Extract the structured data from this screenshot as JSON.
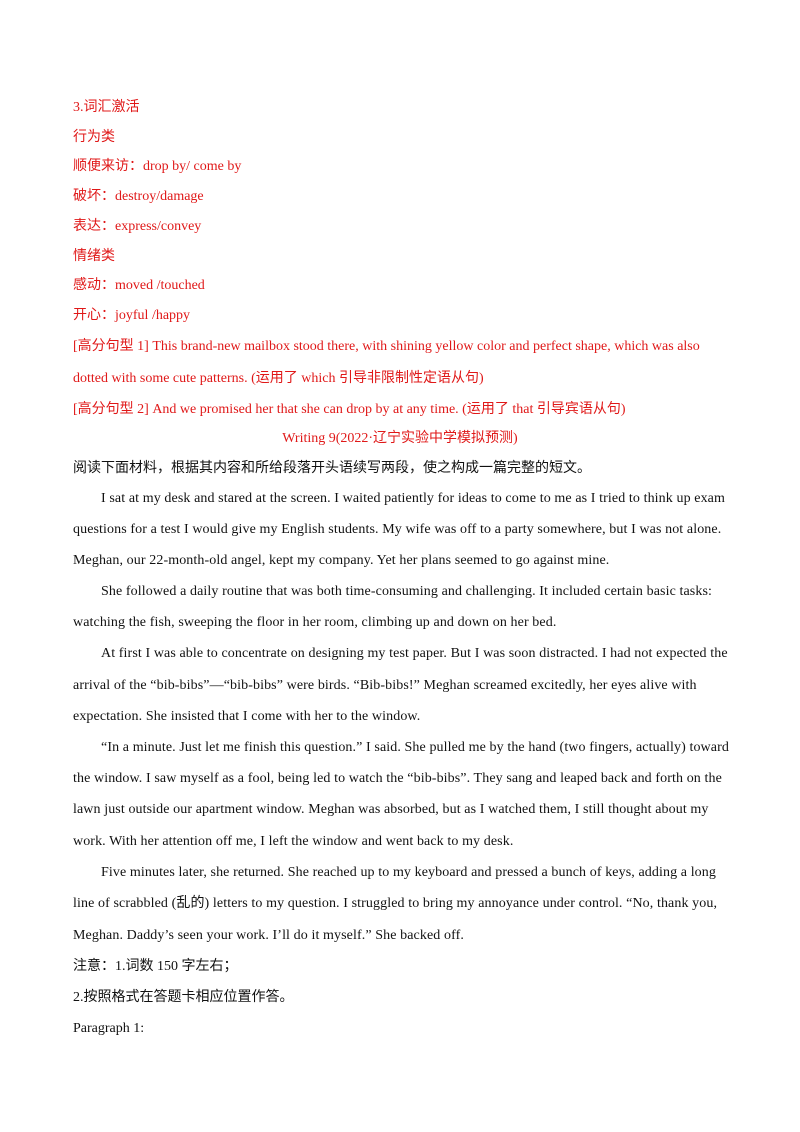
{
  "vocab": {
    "heading": "3.词汇激活",
    "category_behavior": "行为类",
    "item_drop_by": "顺便来访：drop by/ come by",
    "item_destroy": "破坏：destroy/damage",
    "item_express": "表达：express/convey",
    "category_emotion": "情绪类",
    "item_moved": "感动：moved /touched",
    "item_happy": "开心：joyful /happy"
  },
  "patterns": {
    "pattern1_line1": "[高分句型 1] This brand-new mailbox stood there, with shining yellow color and perfect shape, which was also",
    "pattern1_line2": "dotted with some cute patterns. (运用了 which 引导非限制性定语从句)",
    "pattern2": "[高分句型 2] And we promised her that she can drop by at any time. (运用了 that 引导宾语从句)"
  },
  "writing": {
    "title": "Writing  9(2022·辽宁实验中学模拟预测)",
    "instruction": "阅读下面材料，根据其内容和所给段落开头语续写两段，使之构成一篇完整的短文。",
    "lines": [
      "I sat at my desk and stared at the screen. I waited patiently for ideas to come to me as I tried to think up exam",
      "questions for a test I would give my English students. My wife was off to a party somewhere, but I was not alone.",
      "Meghan, our 22-month-old angel, kept my company. Yet her plans seemed to go against mine.",
      "She followed a daily routine that was both time-consuming and challenging. It included certain basic tasks:",
      "watching the fish, sweeping the floor in her room, climbing up and down on her bed.",
      "At first I was able to concentrate on designing my test paper. But I was soon distracted. I had not expected the",
      "arrival of the “bib-bibs”—“bib-bibs” were birds. “Bib-bibs!” Meghan screamed excitedly, her eyes alive with",
      "expectation. She insisted that I come with her to the window.",
      "“In a minute. Just let me finish this question.” I said. She pulled me by the hand (two fingers, actually) toward",
      "the window. I saw myself as a fool, being led to watch the “bib-bibs”. They sang and leaped back and forth on the",
      "lawn just outside our apartment window. Meghan was absorbed, but as I watched them, I still thought about my",
      "work. With her attention off me, I left the window and went back to my desk.",
      "Five minutes later, she returned. She reached up to my keyboard and pressed a bunch of keys, adding a long",
      "line of scrabbled (乱的) letters to my question. I struggled to bring my annoyance under control. “No, thank you,",
      "Meghan. Daddy’s seen your work. I’ll do it myself.” She backed off."
    ],
    "note1": "注意：1.词数 150 字左右；",
    "note2": "2.按照格式在答题卡相应位置作答。",
    "paragraph_label": "Paragraph 1:"
  }
}
